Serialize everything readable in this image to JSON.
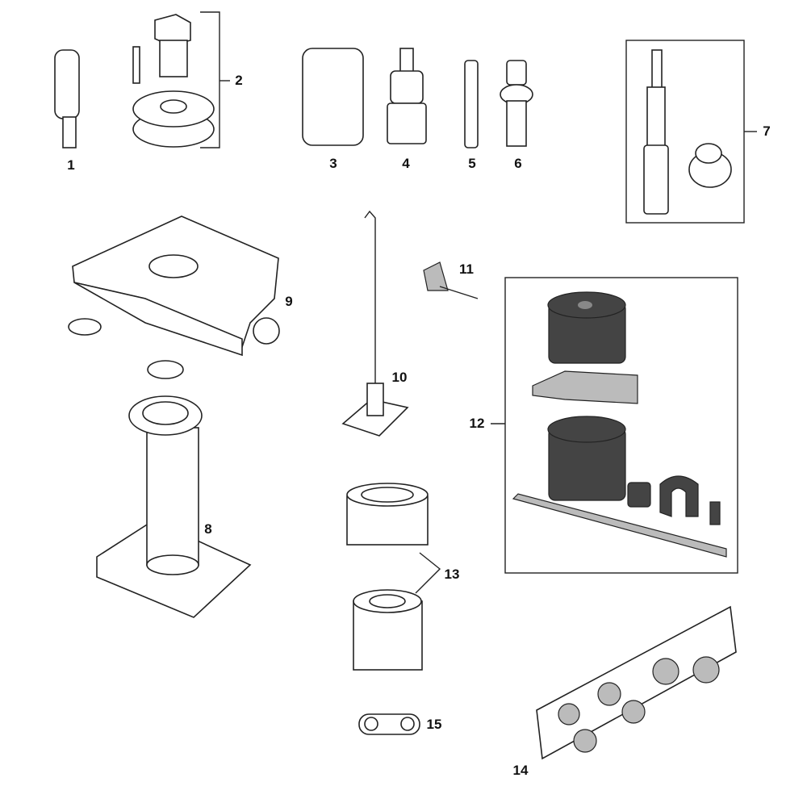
{
  "diagram": {
    "callouts": [
      {
        "id": "1",
        "label": "1"
      },
      {
        "id": "2",
        "label": "2"
      },
      {
        "id": "3",
        "label": "3"
      },
      {
        "id": "4",
        "label": "4"
      },
      {
        "id": "5",
        "label": "5"
      },
      {
        "id": "6",
        "label": "6"
      },
      {
        "id": "7",
        "label": "7"
      },
      {
        "id": "8",
        "label": "8"
      },
      {
        "id": "9",
        "label": "9"
      },
      {
        "id": "10",
        "label": "10"
      },
      {
        "id": "11",
        "label": "11"
      },
      {
        "id": "12",
        "label": "12"
      },
      {
        "id": "13",
        "label": "13"
      },
      {
        "id": "14",
        "label": "14"
      },
      {
        "id": "15",
        "label": "15"
      }
    ],
    "colors": {
      "line": "#222222",
      "dark_part": "#444444",
      "background": "#ffffff"
    }
  }
}
